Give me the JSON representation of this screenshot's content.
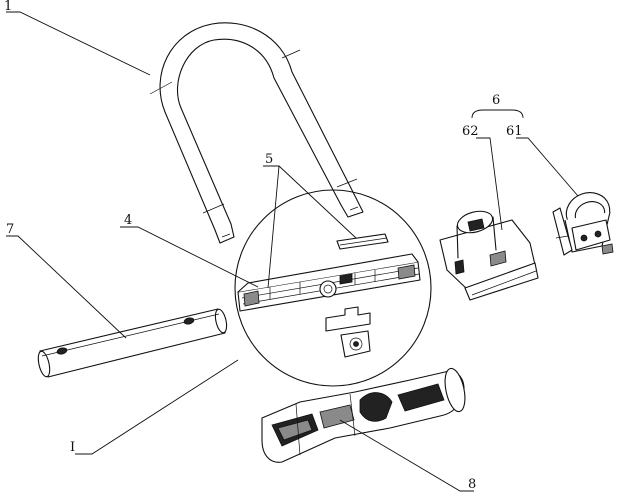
{
  "figure": {
    "labels": {
      "part_1": "1",
      "part_4": "4",
      "part_5": "5",
      "part_6": "6",
      "part_61": "61",
      "part_62": "62",
      "part_7": "7",
      "part_8": "8",
      "detail_I": "I"
    }
  }
}
